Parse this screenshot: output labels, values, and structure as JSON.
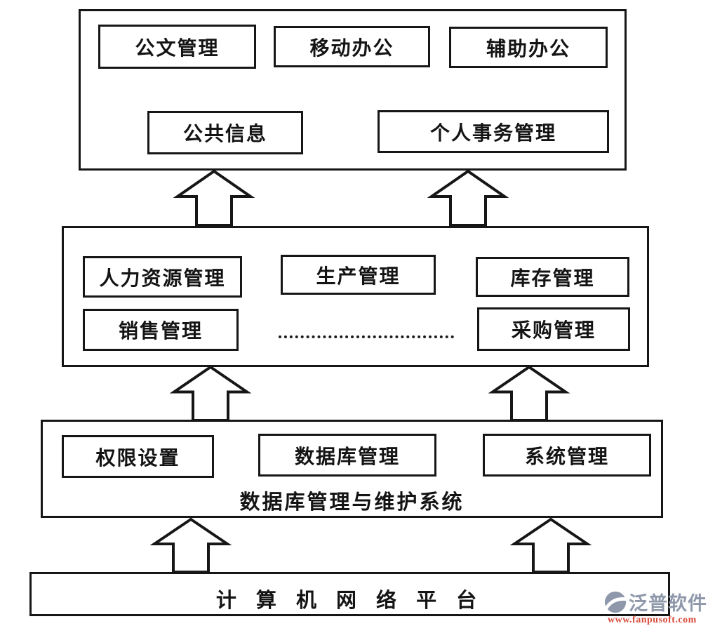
{
  "top_layer": {
    "row1": [
      "公文管理",
      "移动办公",
      "辅助办公"
    ],
    "row2": [
      "公共信息",
      "个人事务管理"
    ]
  },
  "middle_layer": {
    "row1": [
      "人力资源管理",
      "生产管理",
      "库存管理"
    ],
    "row2": [
      "销售管理",
      "采购管理"
    ]
  },
  "db_layer": {
    "modules": [
      "权限设置",
      "数据库管理",
      "系统管理"
    ],
    "caption": "数据库管理与维护系统"
  },
  "platform_layer": {
    "caption": "计 算 机 网 络 平 台"
  },
  "watermark": {
    "brand": "泛普软件",
    "url": "www.fanpusoft.com",
    "brand_color": "#8e98aa",
    "url_color": "#d94b3c"
  },
  "colors": {
    "line": "#161616",
    "background": "#ffffff"
  }
}
